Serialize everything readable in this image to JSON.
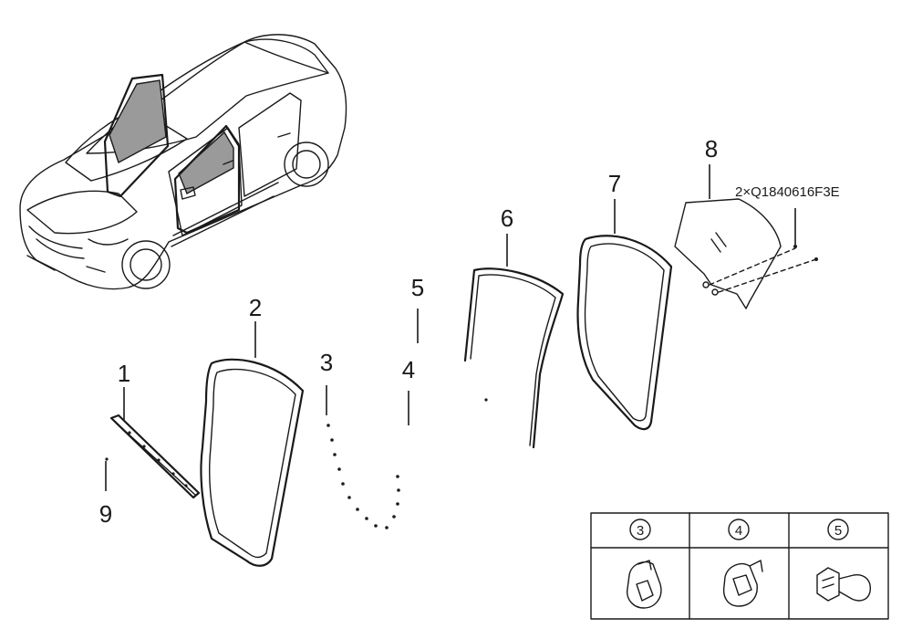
{
  "callouts": {
    "p1": "1",
    "p2": "2",
    "p3": "3",
    "p4": "4",
    "p5": "5",
    "p6": "6",
    "p7": "7",
    "p8": "8",
    "p9": "9"
  },
  "fastener_note": "2×Q1840616F3E",
  "legend": {
    "headers": [
      "3",
      "4",
      "5"
    ]
  }
}
